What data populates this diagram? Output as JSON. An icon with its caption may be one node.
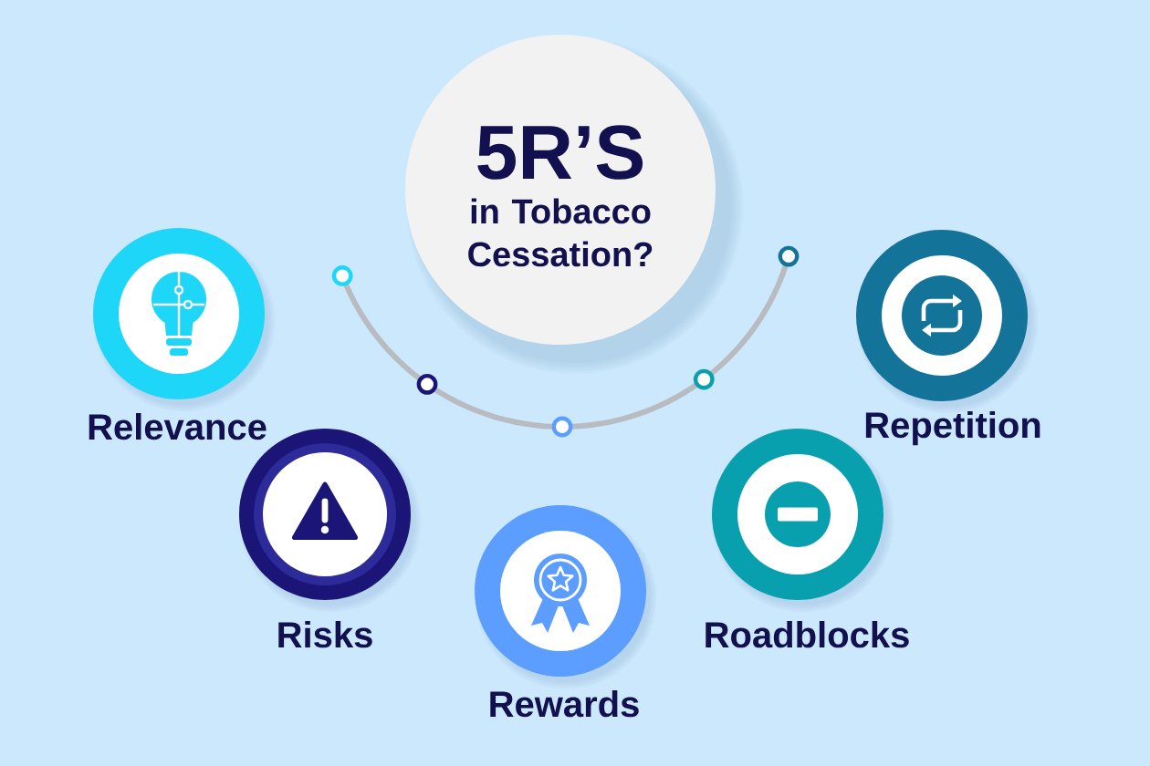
{
  "diagram": {
    "nodes": [
      {
        "text": [
          "5R’S",
          "in Tobacco Cessation?"
        ]
      },
      {
        "text": [
          "Relevance"
        ]
      },
      {
        "text": [
          "Risks"
        ]
      },
      {
        "text": [
          "Rewards"
        ]
      },
      {
        "text": [
          "Roadblocks"
        ]
      },
      {
        "text": [
          "Repetition"
        ]
      }
    ]
  }
}
